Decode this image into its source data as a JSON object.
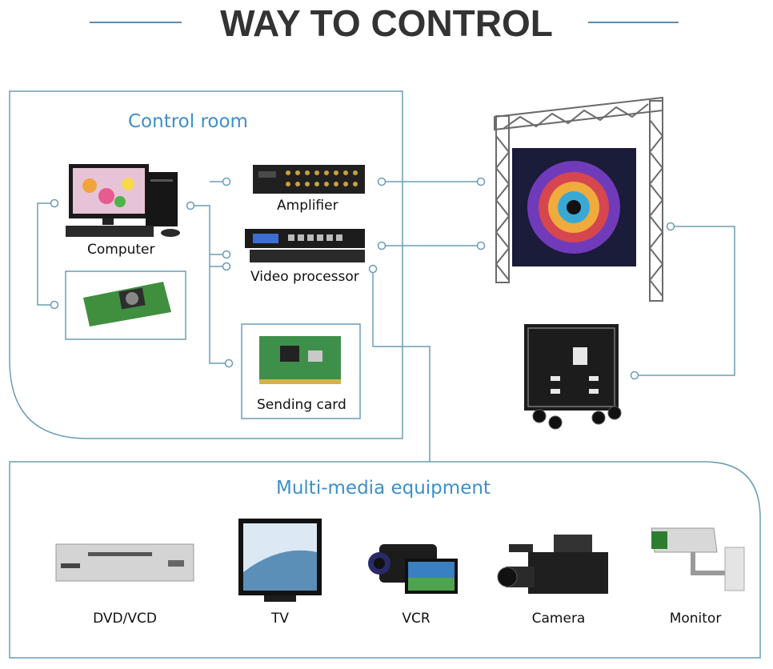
{
  "title": "WAY TO CONTROL",
  "control_room": {
    "heading": "Control room",
    "computer": "Computer",
    "amplifier": "Amplifier",
    "video_processor": "Video processor",
    "sending_card": "Sending card"
  },
  "multimedia": {
    "heading": "Multi-media equipment",
    "items": [
      "DVD/VCD",
      "TV",
      "VCR",
      "Camera",
      "Monitor"
    ]
  },
  "colors": {
    "accent": "#3e8fc9",
    "line": "#6a9db5",
    "title": "#333333"
  }
}
